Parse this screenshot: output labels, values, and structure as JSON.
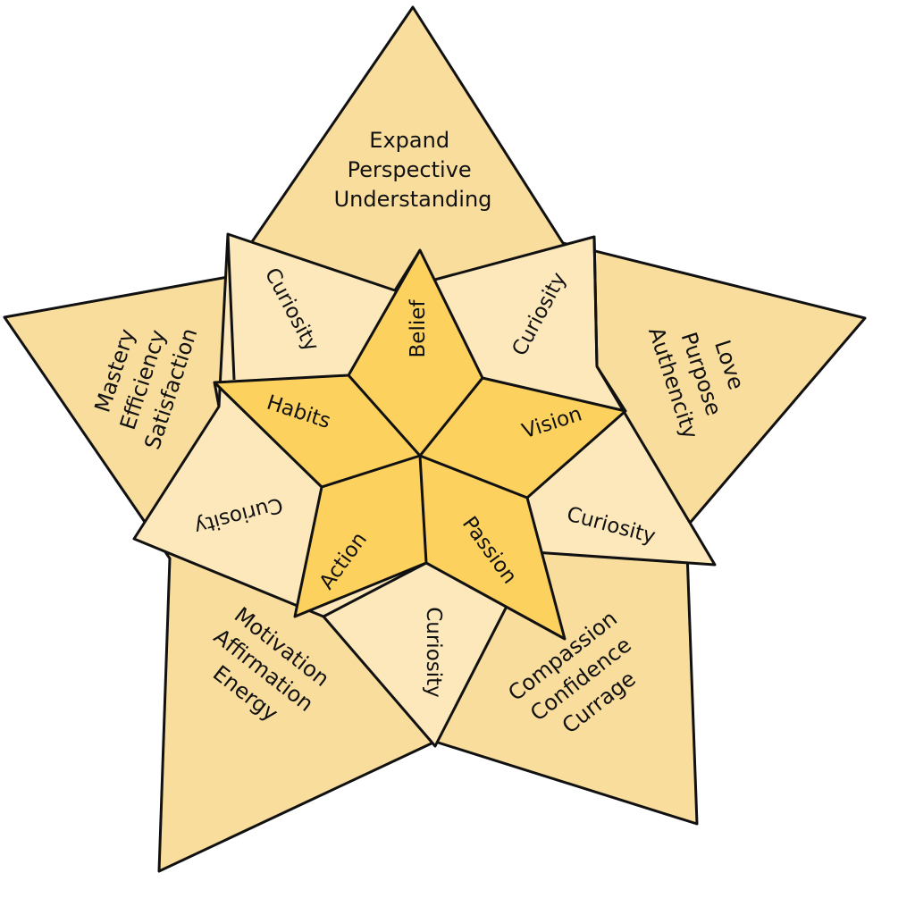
{
  "colors": {
    "outer": "#f9dd9d",
    "middle": "#fce8bb",
    "inner": "#fcd15e",
    "line": "#111111"
  },
  "outer_points": [
    {
      "lines": [
        "Expand",
        "Perspective",
        "Understanding"
      ]
    },
    {
      "lines": [
        "Love",
        "Purpose",
        "Authencity"
      ]
    },
    {
      "lines": [
        "Compassion",
        "Confidence",
        "Currage"
      ]
    },
    {
      "lines": [
        "Motivation",
        "Affirmation",
        "Energy"
      ]
    },
    {
      "lines": [
        "Mastery",
        "Efficiency",
        "Satisfaction"
      ]
    }
  ],
  "middle_panels": [
    "Curiosity",
    "Curiosity",
    "Curiosity",
    "Curiosity",
    "Curiosity"
  ],
  "inner_star": [
    "Belief",
    "Vision",
    "Passion",
    "Action",
    "Habits"
  ]
}
